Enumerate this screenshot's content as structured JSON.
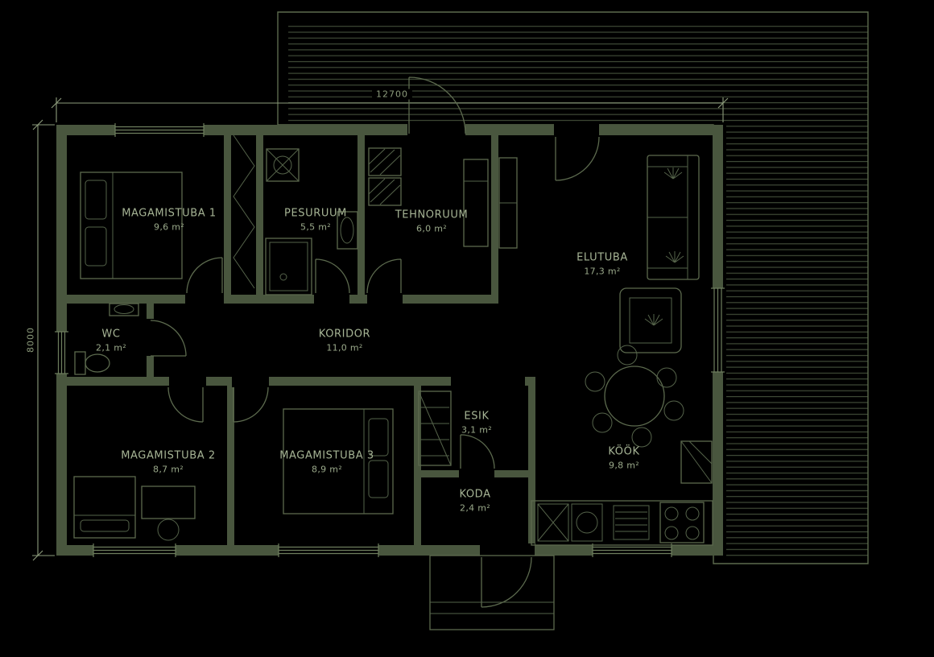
{
  "plan_type": "architectural-floor-plan",
  "colors": {
    "background": "#000000",
    "wall": "#49563e",
    "line": "#5c6a4e",
    "hatch": "#3f4a36",
    "text": "#a6b495",
    "dimension": "#8d9c7c"
  },
  "dimensions": {
    "width_mm": "12700",
    "height_mm": "8000"
  },
  "rooms": [
    {
      "name": "MAGAMISTUBA 1",
      "area": "9,6 m²"
    },
    {
      "name": "PESURUUM",
      "area": "5,5 m²"
    },
    {
      "name": "TEHNORUUM",
      "area": "6,0 m²"
    },
    {
      "name": "ELUTUBA",
      "area": "17,3 m²"
    },
    {
      "name": "WC",
      "area": "2,1 m²"
    },
    {
      "name": "KORIDOR",
      "area": "11,0 m²"
    },
    {
      "name": "MAGAMISTUBA 2",
      "area": "8,7 m²"
    },
    {
      "name": "MAGAMISTUBA 3",
      "area": "8,9 m²"
    },
    {
      "name": "ESIK",
      "area": "3,1 m²"
    },
    {
      "name": "KODA",
      "area": "2,4 m²"
    },
    {
      "name": "KÖÖK",
      "area": "9,8 m²"
    }
  ]
}
